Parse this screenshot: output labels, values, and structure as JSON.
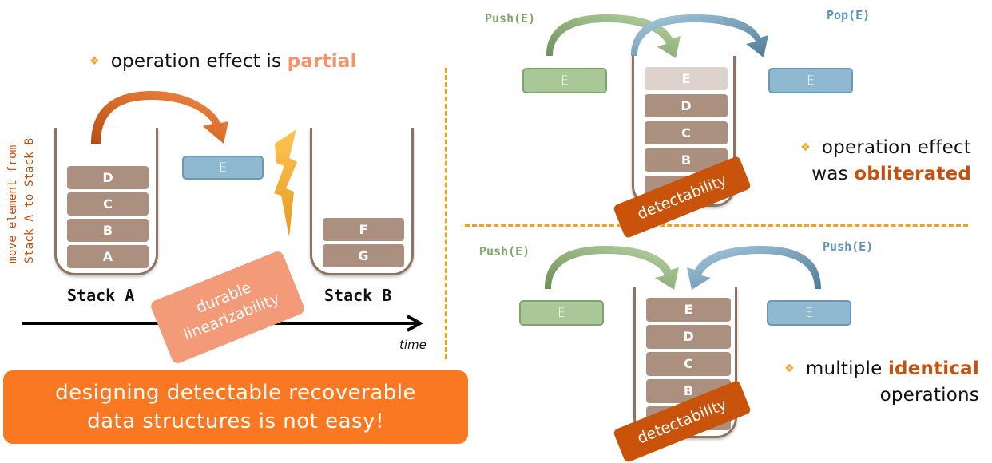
{
  "left_panel": {
    "bullet": {
      "prefix": "operation effect is ",
      "highlight": "partial"
    },
    "vertical_caption": [
      "move element from",
      "Stack A to Stack B"
    ],
    "stack_a": {
      "label": "Stack A",
      "elements": [
        "D",
        "C",
        "B",
        "A"
      ]
    },
    "stack_b": {
      "label": "Stack B",
      "elements": [
        "F",
        "G"
      ]
    },
    "moving_element": "E",
    "tag": [
      "durable",
      "linearizability"
    ],
    "time_label": "time",
    "banner": [
      "designing detectable recoverable",
      "data structures is not easy!"
    ]
  },
  "top_right": {
    "push_label": "Push(E)",
    "pop_label": "Pop(E)",
    "push_box": "E",
    "pop_box": "E",
    "stack_elements": [
      "E",
      "D",
      "C",
      "B"
    ],
    "bullet": {
      "line1": "operation effect",
      "line2_prefix": "was ",
      "highlight": "obliterated"
    },
    "tag": "detectability"
  },
  "bottom_right": {
    "push_label_left": "Push(E)",
    "push_label_right": "Push(E)",
    "left_box": "E",
    "right_box": "E",
    "stack_elements": [
      "E",
      "D",
      "C",
      "B"
    ],
    "bullet": {
      "line1_prefix": "multiple ",
      "highlight": "identical",
      "line2": "operations"
    },
    "tag": "detectability"
  },
  "colors": {
    "orange": "#f97821",
    "dark_orange": "#c9530a",
    "salmon": "#f39b78",
    "stack_brown": "#ab9080",
    "blue_box": "#8fb8d1",
    "green_box": "#a9c797",
    "divider": "#f2a31b"
  }
}
